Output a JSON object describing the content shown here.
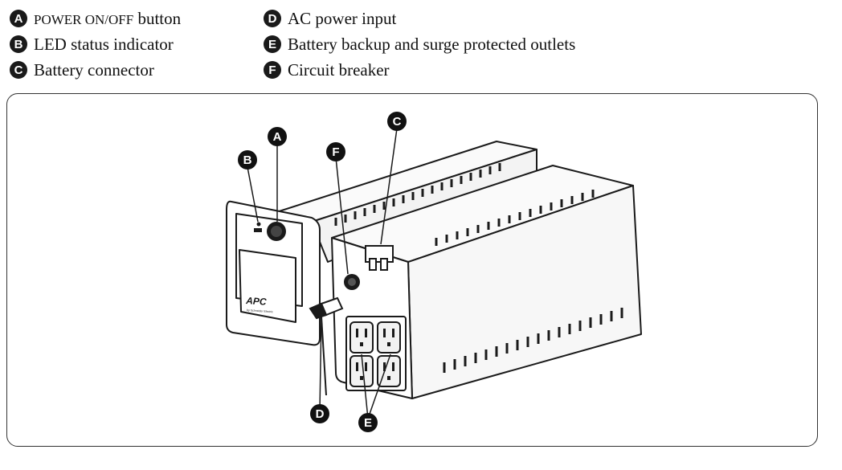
{
  "legend": [
    {
      "letter": "A",
      "label": "POWER ON/OFF",
      "label_tail": " button"
    },
    {
      "letter": "B",
      "label": "LED status indicator"
    },
    {
      "letter": "C",
      "label": "Battery connector"
    },
    {
      "letter": "D",
      "label": "AC power input"
    },
    {
      "letter": "E",
      "label": "Battery backup and surge protected outlets"
    },
    {
      "letter": "F",
      "label": "Circuit breaker"
    }
  ],
  "device": {
    "brand": "APC",
    "brand_sub": "by Schneider Electric"
  },
  "callouts": [
    "A",
    "B",
    "C",
    "D",
    "E",
    "F"
  ]
}
